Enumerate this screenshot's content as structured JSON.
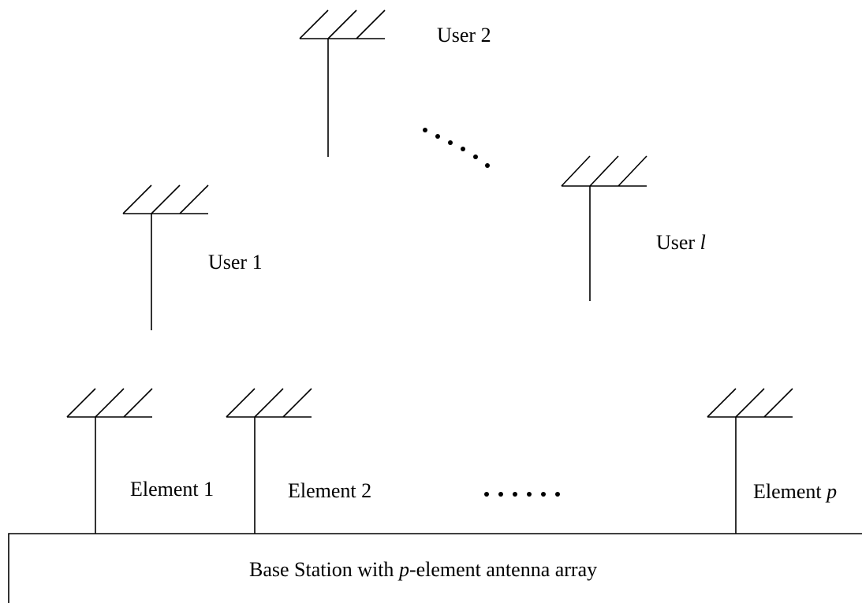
{
  "users": [
    {
      "label": "User 1",
      "var": ""
    },
    {
      "label": "User 2",
      "var": ""
    },
    {
      "label": "User ",
      "var": "l"
    }
  ],
  "elements": [
    {
      "label": "Element 1",
      "var": ""
    },
    {
      "label": "Element 2",
      "var": ""
    },
    {
      "label": "Element ",
      "var": "p"
    }
  ],
  "base_station": {
    "label_before": "Base Station with ",
    "label_var": "p",
    "label_after": "-element antenna array"
  },
  "icon": "antenna-icon"
}
